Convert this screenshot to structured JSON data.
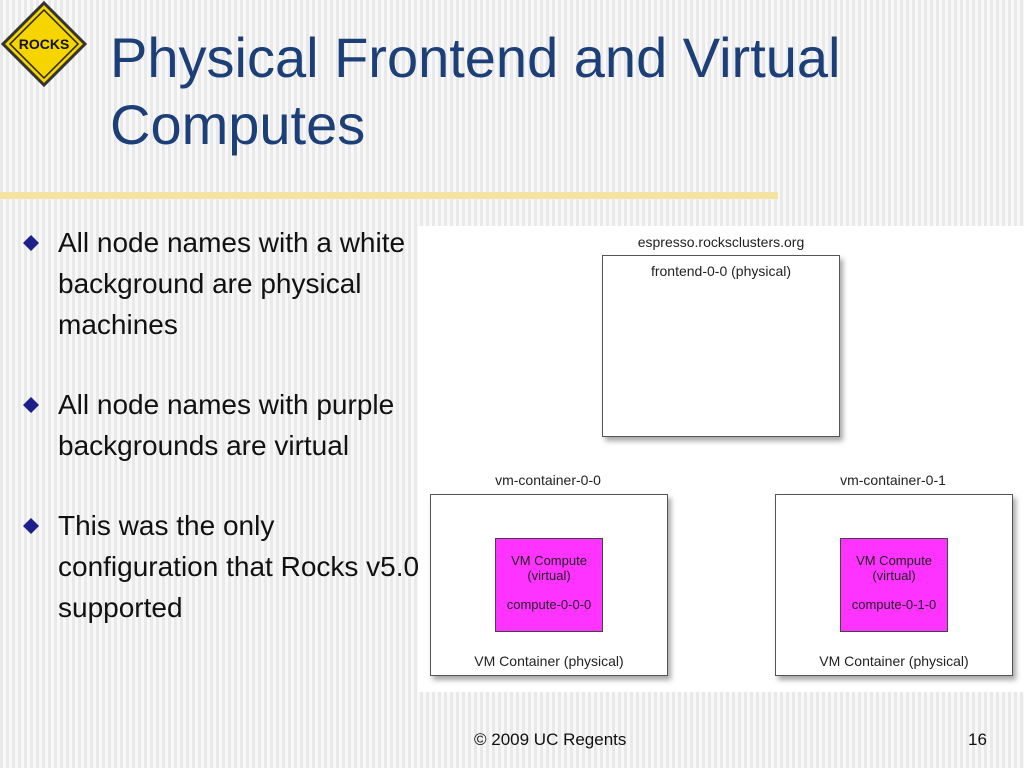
{
  "logo": {
    "text": "ROCKS"
  },
  "title": "Physical Frontend and Virtual Computes",
  "bullets": [
    "All node names with a white background are physical machines",
    "All node names with purple backgrounds are virtual",
    "This was the only configuration that Rocks v5.0 supported"
  ],
  "diagram": {
    "frontend_host": "espresso.rocksclusters.org",
    "frontend_label": "frontend-0-0 (physical)",
    "containers": [
      {
        "name": "vm-container-0-0",
        "vm_title": "VM Compute",
        "vm_type": "(virtual)",
        "vm_name": "compute-0-0-0",
        "container_label": "VM Container (physical)"
      },
      {
        "name": "vm-container-0-1",
        "vm_title": "VM Compute",
        "vm_type": "(virtual)",
        "vm_name": "compute-0-1-0",
        "container_label": "VM Container (physical)"
      }
    ]
  },
  "footer": {
    "copyright": "© 2009 UC Regents",
    "page_number": "16"
  },
  "colors": {
    "title": "#1d3f78",
    "virtual_fill": "#ff33ff",
    "bullet": "#1d1f8a",
    "logo_yellow": "#f5d400"
  }
}
